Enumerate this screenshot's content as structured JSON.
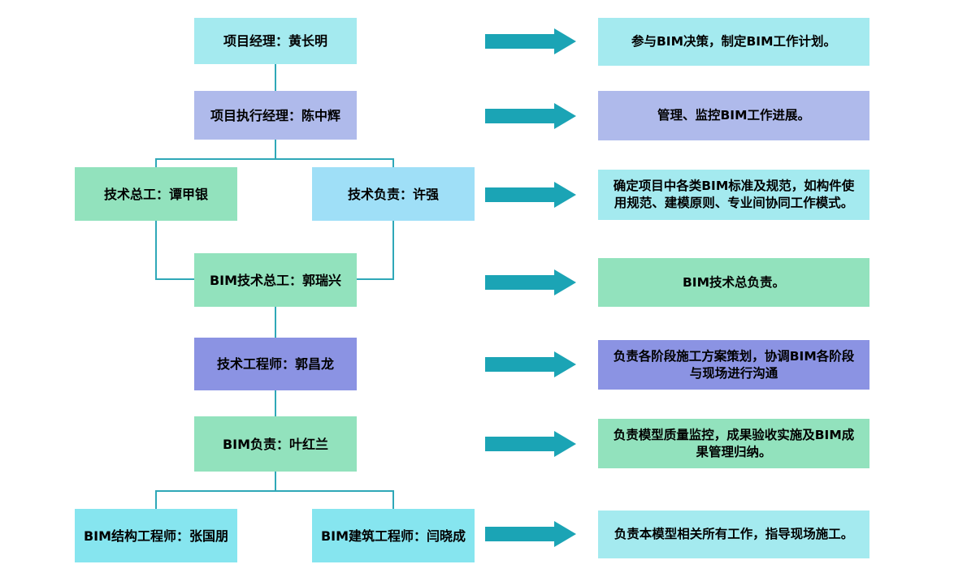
{
  "palette": {
    "background": "#FFFFFF",
    "text": "#000000",
    "cyan": "#A4EAEF",
    "periwinkle": "#AFBAEB",
    "green": "#92E2BD",
    "sky": "#9FDFF7",
    "purple": "#8B93E3",
    "bright_cyan": "#86E5EF",
    "arrow": "#1BA4B5",
    "connector": "#2FA8B8"
  },
  "org_chart": {
    "nodes": [
      {
        "label": "项目经理：黄长明"
      },
      {
        "label": "项目执行经理：陈中辉"
      },
      {
        "label": "技术总工：谭甲银"
      },
      {
        "label": "技术负责：许强"
      },
      {
        "label": "BIM技术总工：郭瑞兴"
      },
      {
        "label": "技术工程师：郭昌龙"
      },
      {
        "label": "BIM负责：叶红兰"
      },
      {
        "label": "BIM结构工程师：张国朋"
      },
      {
        "label": "BIM建筑工程师：闫晓成"
      }
    ]
  },
  "responsibilities": [
    {
      "label": "参与BIM决策，制定BIM工作计划。"
    },
    {
      "label": "管理、监控BIM工作进展。"
    },
    {
      "label": "确定项目中各类BIM标准及规范，如构件使\n用规范、建模原则、专业间协同工作模式。"
    },
    {
      "label": "BIM技术总负责。"
    },
    {
      "label": "负责各阶段施工方案策划，协调BIM各阶段\n与现场进行沟通"
    },
    {
      "label": "负责模型质量监控，成果验收实施及BIM成\n果管理归纳。"
    },
    {
      "label": "负责本模型相关所有工作，指导现场施工。"
    }
  ]
}
